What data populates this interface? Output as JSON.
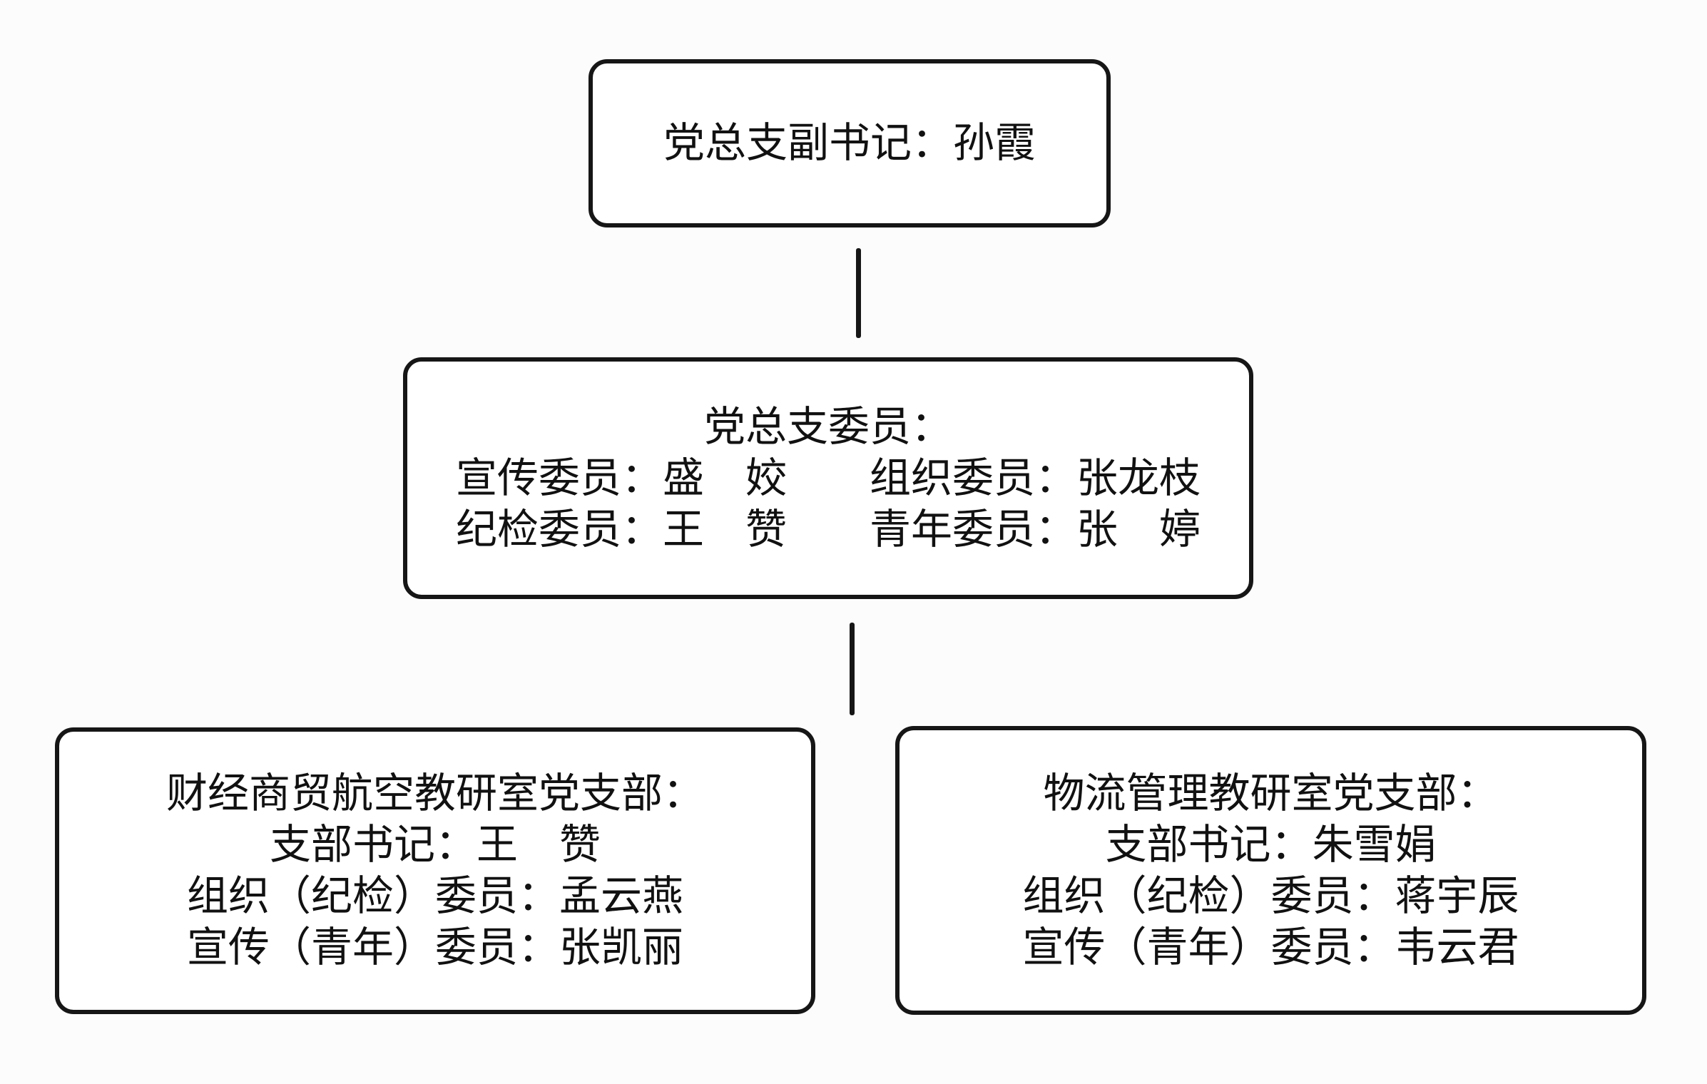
{
  "diagram": {
    "type": "org-chart",
    "background_color": "#fcfcfc",
    "node_fill_color": "#ffffff",
    "border_color": "#161616",
    "text_color": "#111111",
    "nodes": {
      "deputy_secretary": {
        "lines": [
          "党总支副书记：孙霞"
        ]
      },
      "committee": {
        "lines": [
          "党总支委员：",
          "宣传委员：盛　姣　　组织委员：张龙枝",
          "纪检委员：王　赞　　青年委员：张　婷"
        ]
      },
      "branch_finance": {
        "lines": [
          "财经商贸航空教研室党支部：",
          "支部书记：王　赞",
          "组织（纪检）委员：孟云燕",
          "宣传（青年）委员：张凯丽"
        ]
      },
      "branch_logistics": {
        "lines": [
          "物流管理教研室党支部：",
          "支部书记：朱雪娟",
          "组织（纪检）委员：蒋宇辰",
          "宣传（青年）委员：韦云君"
        ]
      }
    }
  }
}
